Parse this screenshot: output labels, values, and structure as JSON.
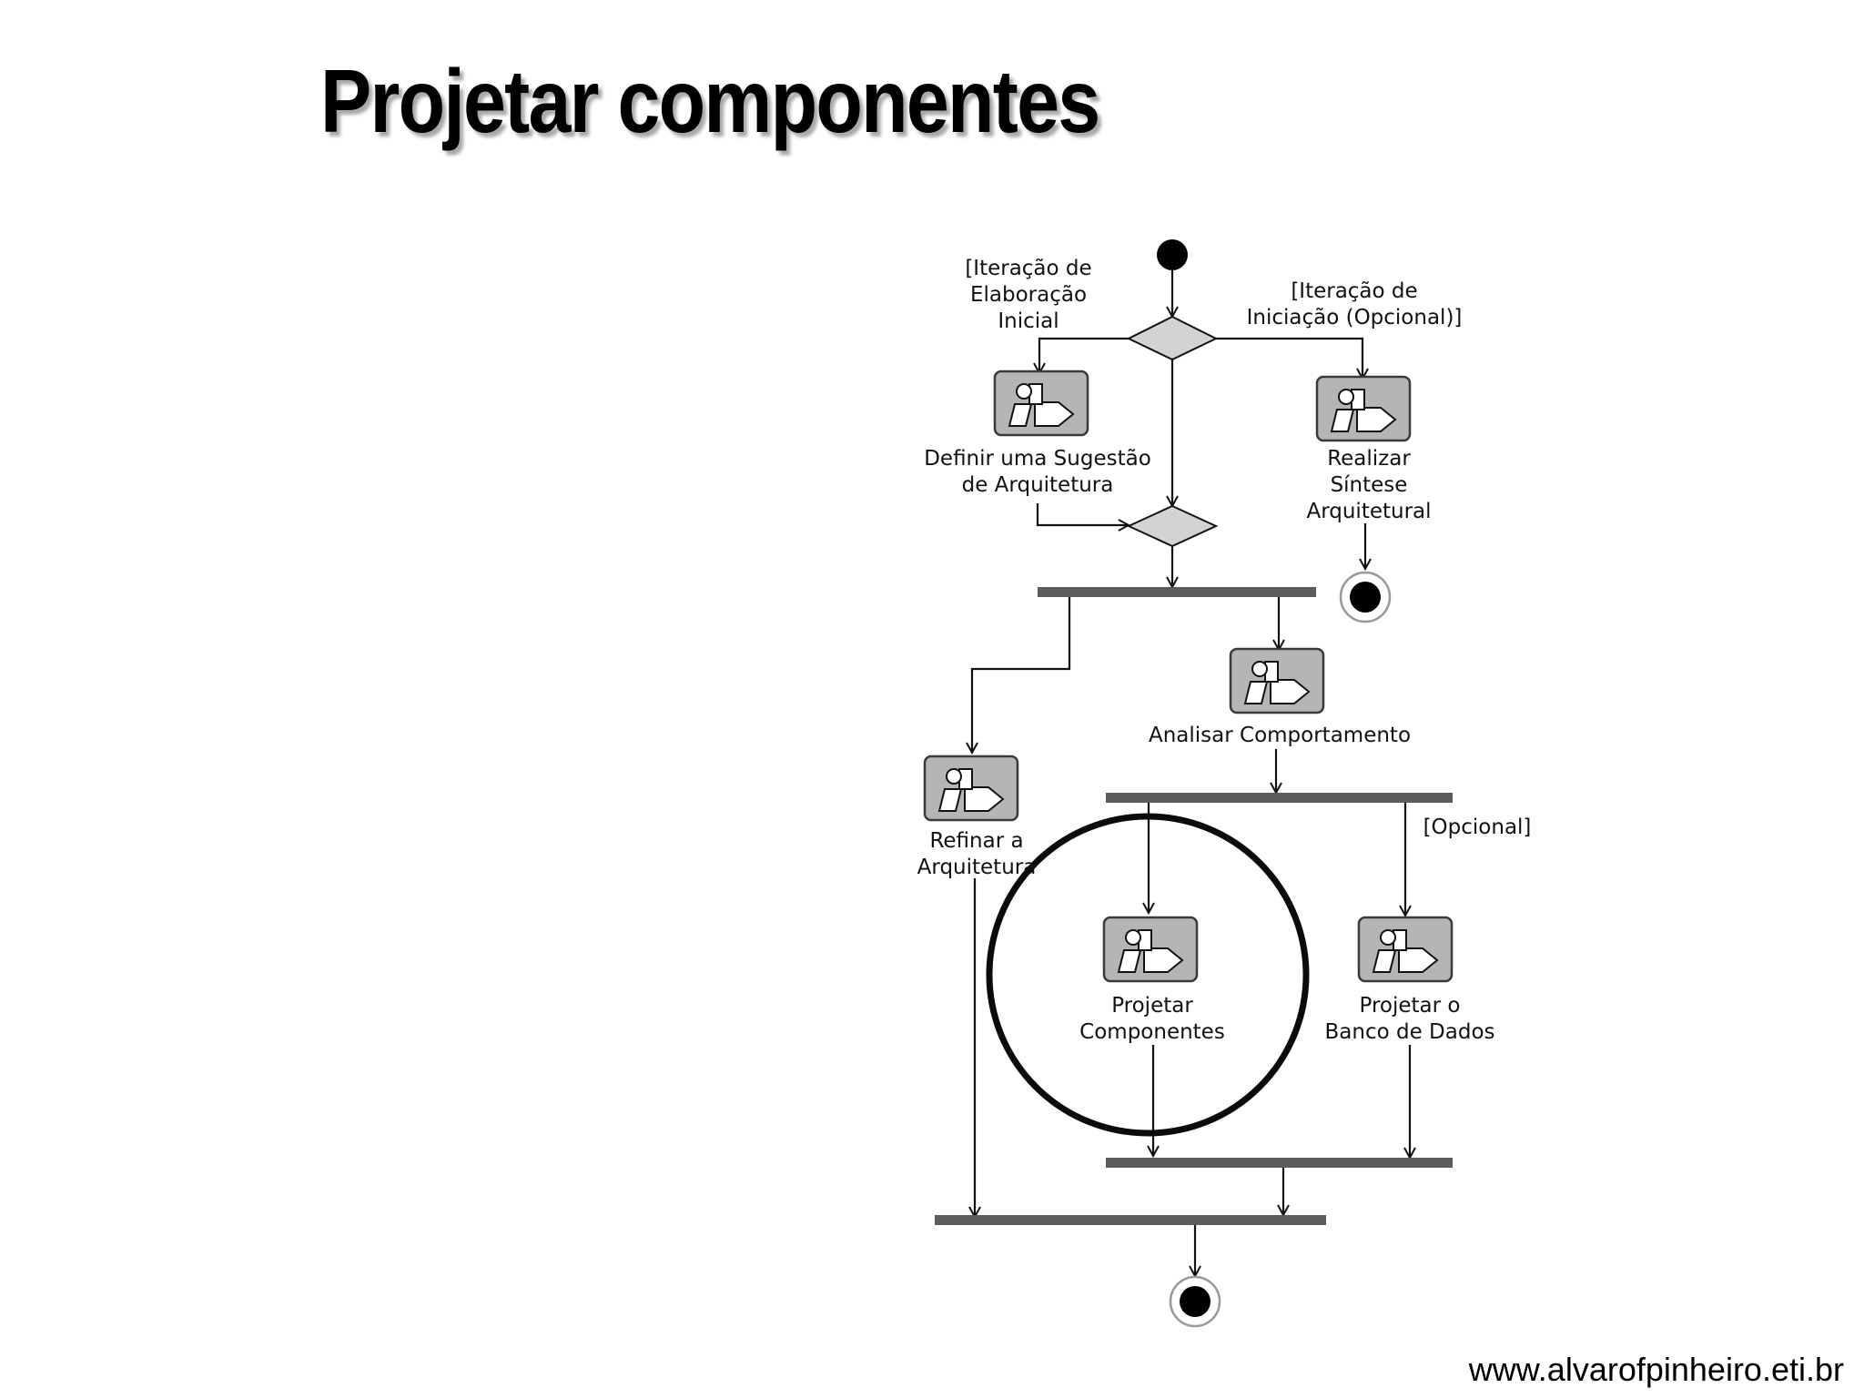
{
  "title": "Projetar componentes",
  "footer": "www.alvarofpinheiro.eti.br",
  "diagram": {
    "guards": {
      "elaboracao": [
        "[Iteração de",
        "Elaboração",
        "Inicial"
      ],
      "iniciacao": [
        "[Iteração de",
        "Iniciação (Opcional)]"
      ],
      "opcional": [
        "[Opcional]"
      ]
    },
    "activities": {
      "definir": [
        "Definir uma Sugestão",
        "de Arquitetura"
      ],
      "realizar": [
        "Realizar",
        "Síntese",
        "Arquitetural"
      ],
      "analisar": [
        "Analisar Comportamento"
      ],
      "refinar": [
        "Refinar a",
        "Arquitetura"
      ],
      "projetar_componentes": [
        "Projetar",
        "Componentes"
      ],
      "projetar_banco": [
        "Projetar o",
        "Banco de Dados"
      ]
    }
  }
}
